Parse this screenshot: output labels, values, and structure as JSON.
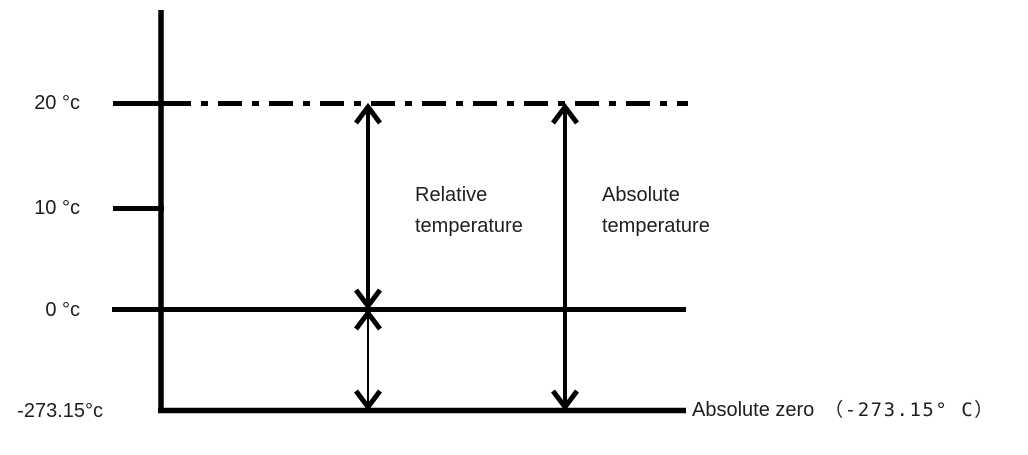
{
  "diagram": {
    "axis": {
      "tick_labels": [
        {
          "text": "20 °c"
        },
        {
          "text": "10 °c"
        },
        {
          "text": "0 °c"
        },
        {
          "text": "-273.15°c"
        }
      ]
    },
    "annotations": {
      "relative_temperature": {
        "line1": "Relative",
        "line2": "temperature"
      },
      "absolute_temperature": {
        "line1": "Absolute",
        "line2": "temperature"
      },
      "absolute_zero": {
        "label": "Absolute zero",
        "value": "（-273.15° C）"
      }
    },
    "levels": {
      "dash_dot_line_c": "20",
      "tick_only_c": "10",
      "solid_line_c": "0",
      "absolute_zero_c": "-273.15"
    },
    "colors": {
      "line": "#000000",
      "text": "#1f1d1d",
      "background": "#ffffff"
    }
  }
}
